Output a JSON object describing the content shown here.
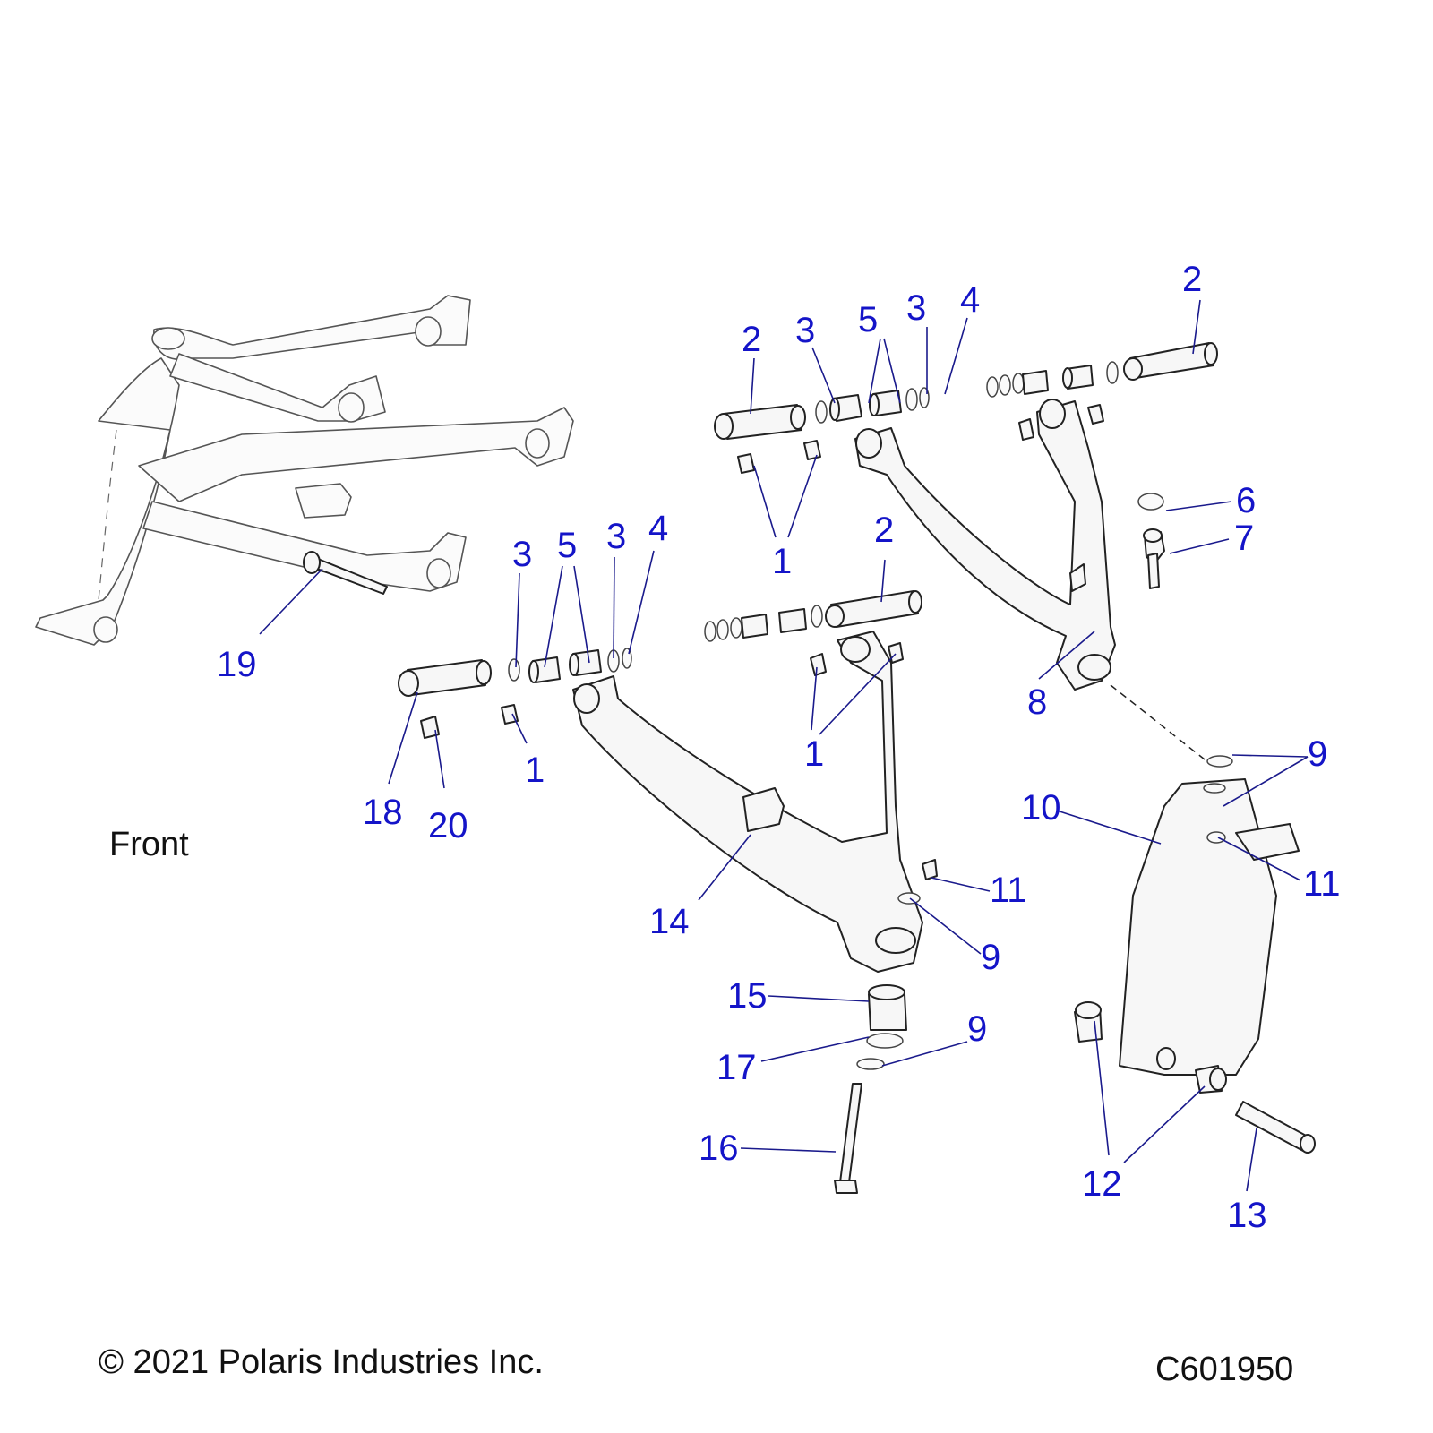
{
  "diagram": {
    "title": "Front Suspension A-Arms Assembly",
    "orientation_label": "Front",
    "copyright": "© 2021 Polaris Industries Inc.",
    "diagram_id": "C601950",
    "callout_color": "#1414c8",
    "callouts": [
      {
        "id": "c2a",
        "label": "2"
      },
      {
        "id": "c3a",
        "label": "3"
      },
      {
        "id": "c5a",
        "label": "5"
      },
      {
        "id": "c3b",
        "label": "3"
      },
      {
        "id": "c4a",
        "label": "4"
      },
      {
        "id": "c2b",
        "label": "2"
      },
      {
        "id": "c1a",
        "label": "1"
      },
      {
        "id": "c6",
        "label": "6"
      },
      {
        "id": "c7",
        "label": "7"
      },
      {
        "id": "c2c",
        "label": "2"
      },
      {
        "id": "c3c",
        "label": "3"
      },
      {
        "id": "c5b",
        "label": "5"
      },
      {
        "id": "c3d",
        "label": "3"
      },
      {
        "id": "c4b",
        "label": "4"
      },
      {
        "id": "c19",
        "label": "19"
      },
      {
        "id": "c8",
        "label": "8"
      },
      {
        "id": "c1b",
        "label": "1"
      },
      {
        "id": "c1c",
        "label": "1"
      },
      {
        "id": "c18",
        "label": "18"
      },
      {
        "id": "c20",
        "label": "20"
      },
      {
        "id": "c9a",
        "label": "9"
      },
      {
        "id": "c10",
        "label": "10"
      },
      {
        "id": "c11a",
        "label": "11"
      },
      {
        "id": "c11b",
        "label": "11"
      },
      {
        "id": "c14",
        "label": "14"
      },
      {
        "id": "c9b",
        "label": "9"
      },
      {
        "id": "c15",
        "label": "15"
      },
      {
        "id": "c9c",
        "label": "9"
      },
      {
        "id": "c17",
        "label": "17"
      },
      {
        "id": "c16",
        "label": "16"
      },
      {
        "id": "c12",
        "label": "12"
      },
      {
        "id": "c13",
        "label": "13"
      }
    ]
  }
}
